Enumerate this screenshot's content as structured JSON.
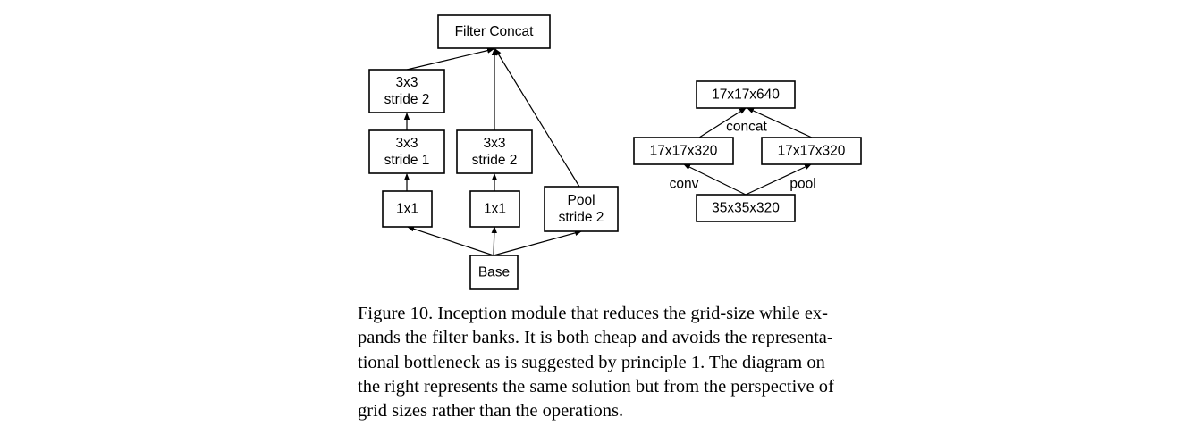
{
  "left_diagram": {
    "nodes": {
      "filter_concat": [
        "Filter Concat"
      ],
      "conv3x3_s2_top": [
        "3x3",
        "stride 2"
      ],
      "conv3x3_s1": [
        "3x3",
        "stride 1"
      ],
      "conv3x3_s2_mid": [
        "3x3",
        "stride 2"
      ],
      "conv1x1_a": [
        "1x1"
      ],
      "conv1x1_b": [
        "1x1"
      ],
      "pool_s2": [
        "Pool",
        "stride 2"
      ],
      "base": [
        "Base"
      ]
    }
  },
  "right_diagram": {
    "nodes": {
      "out": [
        "17x17x640"
      ],
      "left_branch": [
        "17x17x320"
      ],
      "right_branch": [
        "17x17x320"
      ],
      "input": [
        "35x35x320"
      ]
    },
    "edge_labels": {
      "concat": "concat",
      "conv": "conv",
      "pool": "pool"
    }
  },
  "caption": {
    "lines": [
      "Figure 10. Inception module that reduces the grid-size while ex-",
      "pands the filter banks. It is both cheap and avoids the representa-",
      "tional bottleneck as is suggested by principle 1.  The diagram on",
      "the right represents the same solution but from the perspective of",
      "grid sizes rather than the operations."
    ]
  }
}
